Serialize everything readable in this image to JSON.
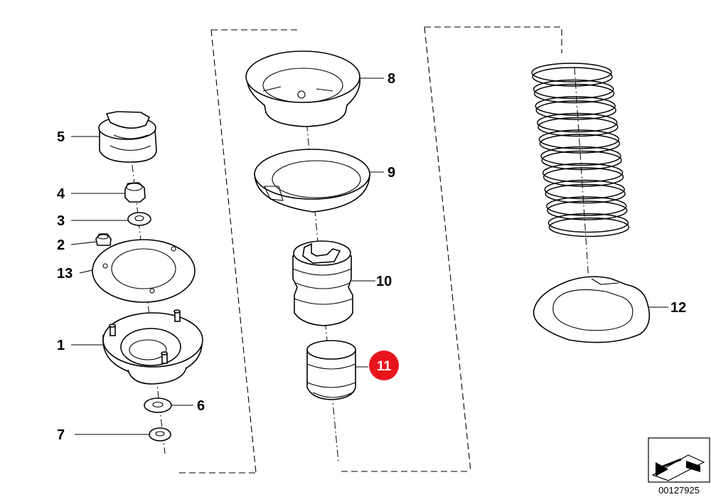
{
  "diagram": {
    "labels": {
      "p1": "1",
      "p2": "2",
      "p3": "3",
      "p4": "4",
      "p5": "5",
      "p6": "6",
      "p7": "7",
      "p8": "8",
      "p9": "9",
      "p10": "10",
      "p11": "11",
      "p12": "12",
      "p13": "13"
    },
    "highlighted_part": "11",
    "highlight_color": "#e8141c",
    "image_id": "00127925",
    "corner_icon": "view-direction-arrow-icon"
  }
}
